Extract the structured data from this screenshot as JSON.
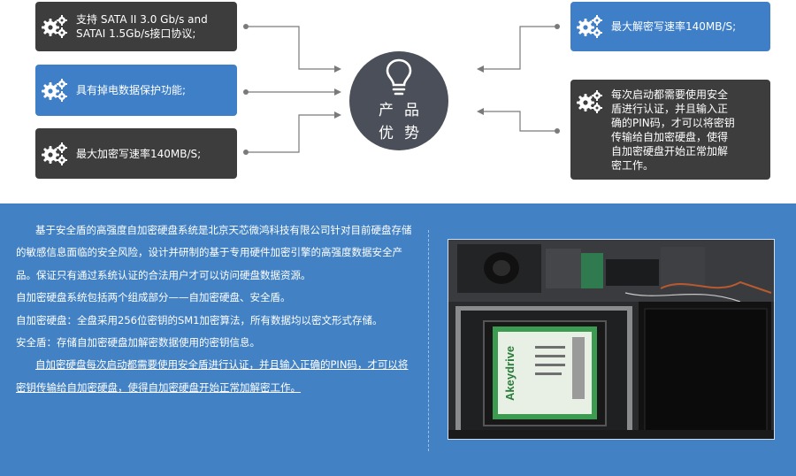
{
  "features": {
    "left": [
      {
        "text": "支持 SATA II 3.0 Gb/s and\nSATAI 1.5Gb/s接口协议;",
        "style": "dark"
      },
      {
        "text": "具有掉电数据保护功能;",
        "style": "blue"
      },
      {
        "text": "最大加密写速率140MB/S;",
        "style": "dark"
      }
    ],
    "right": [
      {
        "text": "最大解密写速率140MB/S;",
        "style": "blue"
      },
      {
        "text": "每次启动都需要使用安全\n盾进行认证，并且输入正\n确的PIN码，才可以将密钥\n传输给自加密硬盘，使得\n自加密硬盘开始正常加解\n密工作。",
        "style": "dark"
      }
    ],
    "center_line1": "产品",
    "center_line2": "优势"
  },
  "description": {
    "p1": "基于安全盾的高强度自加密硬盘系统是北京天芯微鸿科技有限公司针对目前硬盘存储的敏感信息面临的安全风险，设计并研制的基于专用硬件加密引擎的高强度数据安全产品。保证只有通过系统认证的合法用户才可以访问硬盘数据资源。",
    "p2": "自加密硬盘系统包括两个组成部分——自加密硬盘、安全盾。",
    "p3": "自加密硬盘：全盘采用256位密钥的SM1加密算法，所有数据均以密文形式存储。",
    "p4": "安全盾：存储自加密硬盘加解密数据使用的密钥信息。",
    "p5": "自加密硬盘每次启动都需要使用安全盾进行认证，并且输入正确的PIN码，才可以将密钥传输给自加密硬盘，使得自加密硬盘开始正常加解密工作。"
  },
  "photo": {
    "label_brand": "Akeydrive"
  },
  "colors": {
    "dark_box": "#3d3d3d",
    "blue_box": "#3e7fc8",
    "bottom_bg": "#4282c4",
    "center_circle": "#4a4f59"
  },
  "icons": [
    "gears-icon",
    "lightbulb-icon"
  ]
}
